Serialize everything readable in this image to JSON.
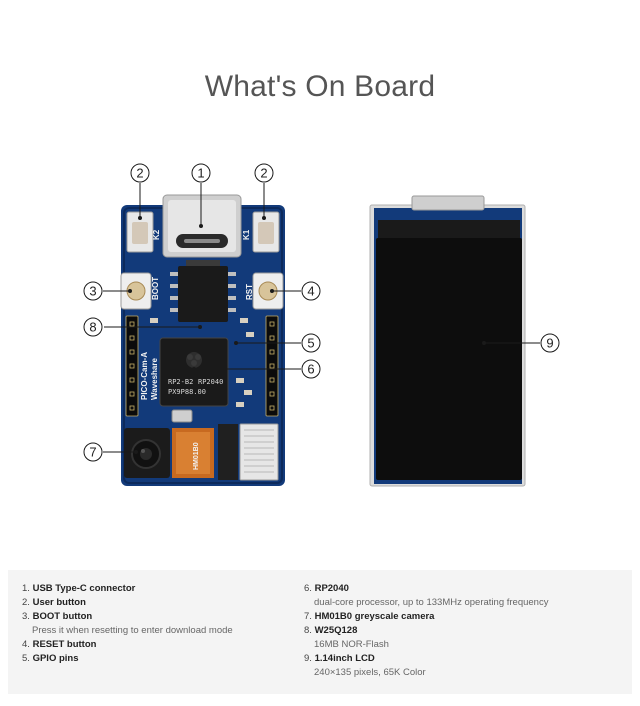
{
  "page": {
    "title": "What's On Board"
  },
  "board": {
    "silkscreen": {
      "k2": "K2",
      "k1": "K1",
      "boot": "BOOT",
      "rst": "RST",
      "brand_line1": "PICO-Cam-A",
      "brand_line2": "Waveshare",
      "chip_line1": "RP2-B2",
      "chip_line2": "RP2040",
      "chip_line3": "PX9P88.00",
      "flex_label": "HM01B0"
    }
  },
  "callouts": [
    "1",
    "2",
    "2",
    "3",
    "4",
    "5",
    "6",
    "7",
    "8",
    "9"
  ],
  "colors": {
    "pcb": "#123a7a",
    "pcb_dark": "#0c2a5c",
    "chip": "#1a1a1a",
    "flex": "#c86a20",
    "lcd": "#0d0d0d",
    "usb": "#d0d0d0"
  },
  "legend": {
    "left": [
      {
        "num": "1.",
        "label": "USB Type-C connector",
        "desc": ""
      },
      {
        "num": "2.",
        "label": "User button",
        "desc": ""
      },
      {
        "num": "3.",
        "label": "BOOT button",
        "desc": "Press it when resetting to enter download mode"
      },
      {
        "num": "4.",
        "label": "RESET button",
        "desc": ""
      },
      {
        "num": "5.",
        "label": "GPIO pins",
        "desc": ""
      }
    ],
    "right": [
      {
        "num": "6.",
        "label": "RP2040",
        "desc": "dual-core processor, up to 133MHz operating frequency"
      },
      {
        "num": "7.",
        "label": "HM01B0 greyscale camera",
        "desc": ""
      },
      {
        "num": "8.",
        "label": "W25Q128",
        "desc": "16MB NOR-Flash"
      },
      {
        "num": "9.",
        "label": "1.14inch LCD",
        "desc": "240×135 pixels, 65K Color"
      }
    ]
  }
}
